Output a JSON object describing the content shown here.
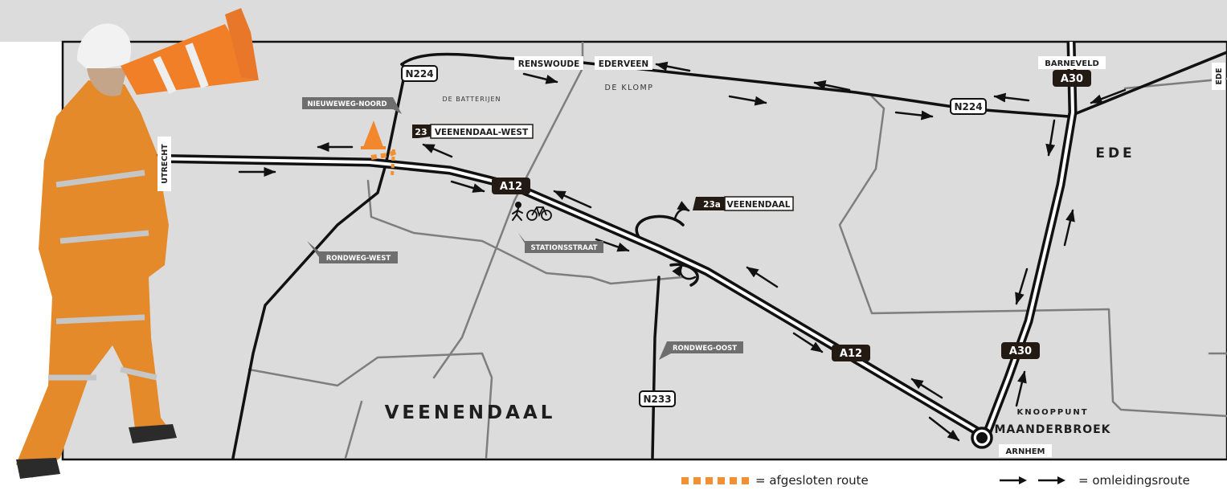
{
  "colors": {
    "map_bg": "#dcdcdd",
    "road": "#111111",
    "minor_road": "#7e7e7e",
    "closed": "#f39033",
    "shield": "#231a14",
    "label_box": "#6e6e6e"
  },
  "icons": [
    "traffic-cone-icon",
    "pedestrian-icon",
    "bicycle-icon",
    "interchange-circle-icon",
    "detour-arrow-icon",
    "worker-megaphone-illustration"
  ],
  "highways": {
    "a12_1": "A12",
    "a12_2": "A12",
    "a30_1": "A30",
    "a30_2": "A30",
    "n224_1": "N224",
    "n224_2": "N224",
    "n233": "N233"
  },
  "exits": {
    "exit23_number": "23",
    "exit23_name": "VEENENDAAL-WEST",
    "exit23a_number": "23a",
    "exit23a_name": "VEENENDAAL"
  },
  "places": {
    "utrecht": "UTRECHT",
    "renswoude": "RENSWOUDE",
    "ederveen": "EDERVEEN",
    "barneveld": "BARNEVELD",
    "ede_edge": "EDE",
    "ede": "EDE",
    "veenendaal": "VEENENDAAL",
    "knooppunt": "KNOOPPUNT",
    "maanderbroek": "MAANDERBROEK",
    "arnhem": "ARNHEM",
    "de_batterijen": "DE BATTERIJEN",
    "de_klomp": "DE KLOMP"
  },
  "streets": {
    "nieuweweg_noord": "NIEUWEWEG-NOORD",
    "rondweg_west": "RONDWEG-WEST",
    "stationsstraat": "STATIONSSTRAAT",
    "rondweg_oost": "RONDWEG-OOST"
  },
  "legend": {
    "closed_route": "= afgesloten route",
    "detour_route": "= omleidingsroute"
  }
}
